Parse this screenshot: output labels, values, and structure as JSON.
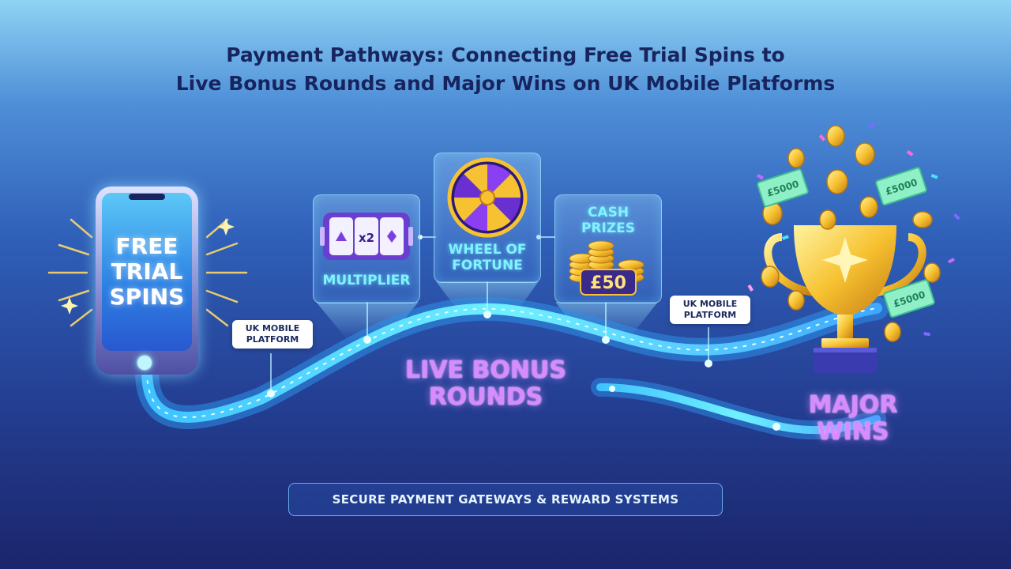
{
  "title": {
    "line1": "Payment Pathways: Connecting Free Trial Spins to",
    "line2": "Live Bonus Rounds and Major Wins on UK Mobile Platforms"
  },
  "phone": {
    "label_line1": "FREE",
    "label_line2": "TRIAL",
    "label_line3": "SPINS"
  },
  "cards": {
    "multiplier": {
      "label": "MULTIPLIER",
      "reel_text": "x2"
    },
    "wheel": {
      "label_line1": "WHEEL OF",
      "label_line2": "FORTUNE"
    },
    "cash": {
      "label_line1": "CASH",
      "label_line2": "PRIZES",
      "amount": "£50"
    }
  },
  "tags": {
    "left": {
      "line1": "UK MOBILE",
      "line2": "PLATFORM"
    },
    "right": {
      "line1": "UK MOBILE",
      "line2": "PLATFORM"
    }
  },
  "center_label": {
    "line1": "LIVE BONUS",
    "line2": "ROUNDS"
  },
  "major_label": {
    "line1": "MAJOR",
    "line2": "WINS"
  },
  "banknotes": [
    "£5000",
    "£5000",
    "£5000"
  ],
  "footer": "SECURE PAYMENT GATEWAYS & REWARD SYSTEMS",
  "colors": {
    "path_glow": "#6ff0ff",
    "label_purple": "#d88bff",
    "card_text": "#7ff3ff",
    "title_navy": "#17245e",
    "gold": "#f7c232"
  }
}
